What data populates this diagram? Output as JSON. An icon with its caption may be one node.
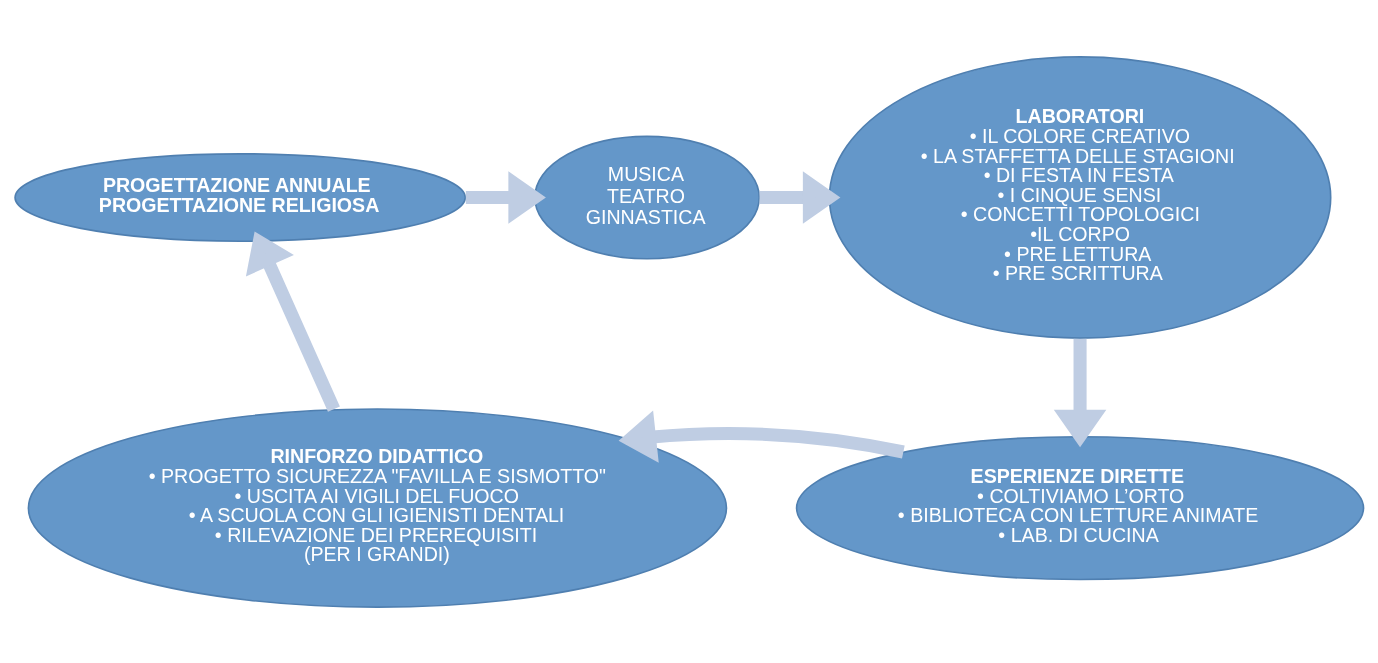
{
  "diagram": {
    "nodes": [
      {
        "text": [
          "PROGETTAZIONE ANNUALE",
          "PROGETTAZIONE RELIGIOSA"
        ]
      },
      {
        "text": [
          "MUSICA",
          "TEATRO",
          "GINNASTICA"
        ]
      },
      {
        "text": [
          "LABORATORI",
          "• IL COLORE CREATIVO",
          "• LA STAFFETTA DELLE STAGIONI",
          "• DI FESTA IN FESTA",
          "• I CINQUE SENSI",
          "• CONCETTI TOPOLOGICI",
          "•IL CORPO",
          "• PRE LETTURA",
          "• PRE SCRITTURA"
        ]
      },
      {
        "text": [
          "ESPERIENZE DIRETTE",
          "• COLTIVIAMO L’ORTO",
          "• BIBLIOTECA CON LETTURE ANIMATE",
          "• LAB. DI CUCINA"
        ]
      },
      {
        "text": [
          "RINFORZO DIDATTICO",
          "• PROGETTO SICUREZZA \"FAVILLA E SISMOTTO\"",
          "• USCITA AI VIGILI DEL FUOCO",
          "• A SCUOLA CON GLI IGIENISTI DENTALI",
          "• RILEVAZIONE DEI PREREQUISITI",
          "(PER I GRANDI)"
        ]
      }
    ],
    "edges": [
      {
        "from": 0,
        "to": 1,
        "arrow": "to"
      },
      {
        "from": 1,
        "to": 2,
        "arrow": "to"
      },
      {
        "from": 2,
        "to": 3,
        "arrow": "to"
      },
      {
        "from": 3,
        "to": 4,
        "arrow": "to"
      },
      {
        "from": 4,
        "to": 0,
        "arrow": "to"
      }
    ]
  }
}
